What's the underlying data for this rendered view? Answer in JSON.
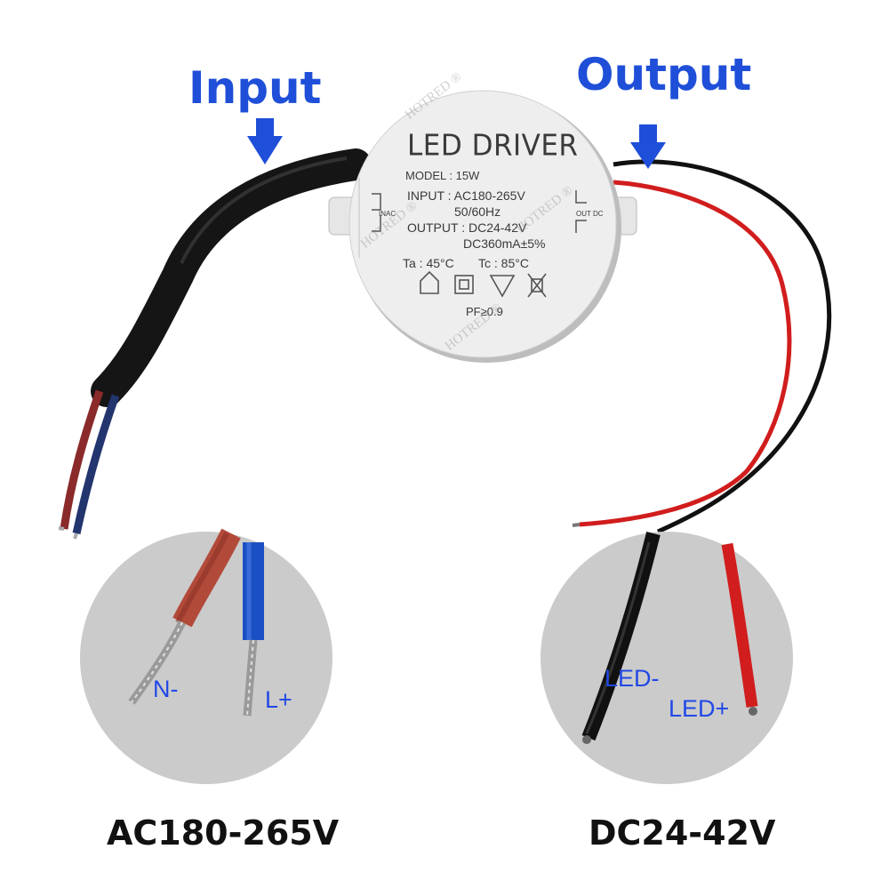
{
  "callouts": {
    "input": "Input",
    "output": "Output"
  },
  "driver": {
    "title": "LED DRIVER",
    "model": "MODEL : 15W",
    "input": "INPUT : AC180-265V",
    "frequency": "50/60Hz",
    "output": "OUTPUT : DC24-42V",
    "current": "DC360mA±5%",
    "ta": "Ta : 45°C",
    "tc": "Tc : 85°C",
    "pf": "PF≥0.9",
    "input_terminal": "INAC",
    "output_terminal": "OUT DC",
    "watermark": "HOTRED ®"
  },
  "input_detail": {
    "wire_labels": [
      "N-",
      "L+"
    ],
    "voltage": "AC180-265V"
  },
  "output_detail": {
    "wire_labels": [
      "LED-",
      "LED+"
    ],
    "voltage": "DC24-42V"
  },
  "colors": {
    "callout_blue": "#1f4fd8",
    "wire_red": "#d11d1d",
    "wire_black": "#111111",
    "wire_blue": "#1b4fc4",
    "wire_brown": "#b24a3a",
    "detail_circle": "#cbcbcb",
    "driver_body": "#eeeeee"
  }
}
